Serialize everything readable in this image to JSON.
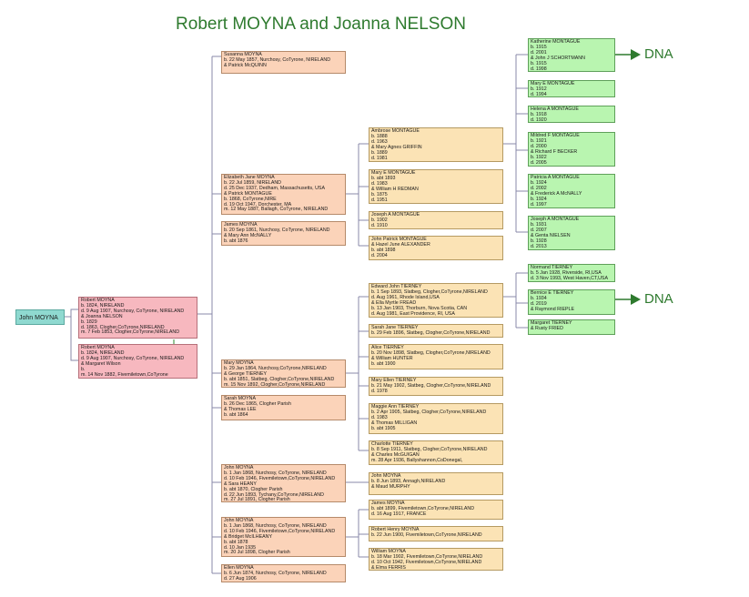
{
  "title": "Robert MOYNA and Joanna NELSON",
  "dna_label": "DNA",
  "root": {
    "lines": [
      "John MOYNA"
    ]
  },
  "parents": [
    {
      "lines": [
        "Robert MOYNA",
        "b. 1824, NIRELAND",
        "d. 9 Aug 1907, Nurchosy, CoTyrone, NIRELAND",
        "& Joanna NELSON",
        "b. 1829",
        "d. 1863, Clogher,CoTyrone,NIRELAND",
        "m. 7 Feb 1853, Clogher,CoTyrone,NIRELAND"
      ]
    },
    {
      "lines": [
        "Robert MOYNA",
        "b. 1824, NIRELAND",
        "d. 9 Aug 1907, Nurchosy, CoTyrone, NIRELAND",
        "& Margaret Wilson",
        "b.",
        "m. 14 Nov 1882, Fivemiletown,CoTyrone"
      ]
    }
  ],
  "children": [
    {
      "lines": [
        "Susanna MOYNA",
        "b. 22 May 1857, Nurchosy, CoTyrone, NIRELAND",
        "& Patrick McQUINN"
      ]
    },
    {
      "lines": [
        "Elizabeth Jane MOYNA",
        "b. 22 Jul 1859, NIRELAND",
        "d. 25 Dec 1937, Dedham, Massachusetts, USA",
        "& Patrick MONTAGUE",
        "b. 1868, CoTyrone,NIRE",
        "d. 19 Oct 1947, Dorchester, MA",
        "m. 12 May 1887, Ballagh, CoTyrone, NIRELAND"
      ]
    },
    {
      "lines": [
        "James MOYNA",
        "b. 20 Sep 1861, Nurchosy, CoTyrone, NIRELAND",
        "& Mary Ann McNALLY",
        "b. abt 1876"
      ]
    },
    {
      "lines": [
        "Mary MOYNA",
        "b. 29 Jan 1864, Nurchosy,CoTyrone,NIRELAND",
        "& George TIERNEY",
        "b. abt 1851, Slatbeg, Clogher,CoTyrone,NIRELAND",
        "m. 15 Nov 1892, Clogher,CoTyrone,NIRELAND"
      ]
    },
    {
      "lines": [
        "Sarah MOYNA",
        "b. 26 Dec 1865, Clogher Parish",
        "& Thomas LEE",
        "b. abt 1864"
      ]
    },
    {
      "lines": [
        "John MOYNA",
        "b. 1 Jan 1868, Nurchosy, CoTyrone, NIRELAND",
        "d. 10 Feb 1946, Fivemiletown,CoTyrone,NIRELAND",
        "& Sara HEANY",
        "b. abt 1870, Clogher Parish",
        "d. 22 Jun 1893, Tychany,CoTyrone,NIRELAND",
        "m. 27 Jul 1891, Clogher Parish"
      ]
    },
    {
      "lines": [
        "John MOYNA",
        "b. 1 Jan 1868, Nurchosy, CoTyrone, NIRELAND",
        "d. 10 Feb 1946, Fivemiletown,CoTyrone,NIRELAND",
        "& Bridget McILHEANY",
        "b. abt 1878",
        "d. 10 Jan 1935",
        "m. 20 Jul 1898, Clogher Parish"
      ]
    },
    {
      "lines": [
        "Ellen MOYNA",
        "b. 6 Jun 1874, Nurchosy, CoTyrone, NIRELAND",
        "d. 27 Aug 1906"
      ]
    }
  ],
  "grandchildren": [
    {
      "lines": [
        "Ambrose MONTAGUE",
        "b. 1888",
        "d. 1963",
        "& Mary Agnes GRIFFIN",
        "b. 1889",
        "d. 1981"
      ]
    },
    {
      "lines": [
        "Mary E MONTAGUE",
        "b. abt 1893",
        "d. 1983",
        "& William H REDMAN",
        "b. 1875",
        "d. 1951"
      ]
    },
    {
      "lines": [
        "Joseph A MONTAGUE",
        "b. 1902",
        "d. 1910"
      ]
    },
    {
      "lines": [
        "John Patrick MONTAGUE",
        "& Hazel June ALEXANDER",
        "b. abt 1898",
        "d. 2004"
      ]
    },
    {
      "lines": [
        "Edward John TIERNEY",
        "b. 1 Sep 1893, Slatbeg, Clogher,CoTyrone,NIRELAND",
        "d. Aug 1961, Rhode Island,USA",
        "& Ella Myrtle FREAD",
        "b. 13 Jan 1903, Thorburn, Nova Scotia, CAN",
        "d. Aug 1981, East Providence, RI, USA"
      ]
    },
    {
      "lines": [
        "Sarah Jane TIERNEY",
        "b. 29 Feb 1896, Slatbeg, Clogher,CoTyrone,NIRELAND"
      ]
    },
    {
      "lines": [
        "Alice TIERNEY",
        "b. 20 Nov 1898, Slatbeg, Clogher,CoTyrone,NIRELAND",
        "& William HUNTER",
        "b. abt 1900"
      ]
    },
    {
      "lines": [
        "Mary Ellen TIERNEY",
        "b. 21 May 1902, Slatbeg, Clogher,CoTyrone,NIRELAND",
        "d. 1978"
      ]
    },
    {
      "lines": [
        "Maggie Ann TIERNEY",
        "b. 2 Apr 1905, Slatbeg, Clogher,CoTyrone,NIRELAND",
        "d. 1983",
        "& Thomas MILLIGAN",
        "b. abt 1905"
      ]
    },
    {
      "lines": [
        "Charlotte TIERNEY",
        "b. 8 Sep 1911, Slatbeg, Clogher,CoTyrone,NIRELAND",
        "& Charles McGUIGAN",
        "m. 28 Apr 1936, Ballyshannon,CoDonegal,"
      ]
    },
    {
      "lines": [
        "John MOYNA",
        "b. 8 Jun 1893, Annagh,NIRELAND",
        "& Maud MURPHY"
      ]
    },
    {
      "lines": [
        "James MOYNA",
        "b. abt 1899, Fivemiletown,CoTyrone,NIRELAND",
        "d. 16 Aug 1917, FRANCE"
      ]
    },
    {
      "lines": [
        "Robert Henry MOYNA",
        "b. 22 Jun 1900, Fivemiletown,CoTyrone,NIRELAND"
      ]
    },
    {
      "lines": [
        "William MOYNA",
        "b. 18 Mar 1902, Fivemiletown,CoTyrone,NIRELAND",
        "d. 10 Oct 1942, Fivemiletown,CoTyrone,NIRELAND",
        "& Elma FERRIS"
      ]
    }
  ],
  "great_grandchildren": [
    {
      "lines": [
        "Katherine MONTAGUE",
        "b. 1915",
        "d. 2001",
        "& John J SCHORTMANN",
        "b. 1915",
        "d. 1998"
      ]
    },
    {
      "lines": [
        "Mary E MONTAGUE",
        "b. 1912",
        "d. 1994"
      ]
    },
    {
      "lines": [
        "Helena A MONTAGUE",
        "b. 1918",
        "d. 1920"
      ]
    },
    {
      "lines": [
        "Mildred F MONTAGUE",
        "b. 1921",
        "d. 2000",
        "& Richard F BECKER",
        "b. 1922",
        "d. 2005"
      ]
    },
    {
      "lines": [
        "Patricia A MONTAGUE",
        "b. 1924",
        "d. 2002",
        "& Frederick A McNALLY",
        "b. 1924",
        "d. 1997"
      ]
    },
    {
      "lines": [
        "Joseph A MONTAGUE",
        "b. 1931",
        "d. 2007",
        "& Genta NIELSEN",
        "b. 1928",
        "d. 2013"
      ]
    },
    {
      "lines": [
        "Normand TIERNEY",
        "b. 5 Jan 1928, Riverside, RI,USA",
        "d. 3 Nov 1993, West Haven,CT,USA"
      ]
    },
    {
      "lines": [
        "Bernice E TIERNEY",
        "b. 1934",
        "d. 2019",
        "& Raymond RIEPLE"
      ]
    },
    {
      "lines": [
        "Margaret TIERNEY",
        "& Rusty FRIED"
      ]
    }
  ],
  "colors": {
    "root": "#8fd9d0",
    "parent": "#f7b8bf",
    "child": "#fbd3b9",
    "grandchild": "#fbe3b5",
    "great": "#b9f5b0",
    "title": "#2e7a2e"
  }
}
